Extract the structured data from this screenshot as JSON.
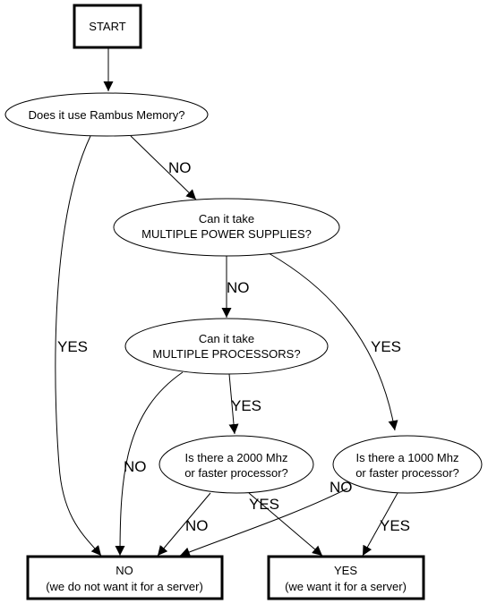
{
  "nodes": {
    "start": {
      "lines": [
        "START"
      ]
    },
    "rambus": {
      "lines": [
        "Does it use Rambus Memory?"
      ]
    },
    "power": {
      "lines": [
        "Can it take",
        "MULTIPLE POWER SUPPLIES?"
      ]
    },
    "processors": {
      "lines": [
        "Can it take",
        "MULTIPLE PROCESSORS?"
      ]
    },
    "mhz2000": {
      "lines": [
        "Is there a 2000 Mhz",
        "or faster processor?"
      ]
    },
    "mhz1000": {
      "lines": [
        "Is there a 1000 Mhz",
        "or faster processor?"
      ]
    },
    "result_no": {
      "lines": [
        "NO",
        "(we do not want it for a server)"
      ]
    },
    "result_yes": {
      "lines": [
        "YES",
        "(we want it for a server)"
      ]
    }
  },
  "edges": {
    "rambus_to_power": "NO",
    "rambus_to_no": "YES",
    "power_to_processors": "NO",
    "power_to_mhz1000": "YES",
    "processors_to_mhz2000": "YES",
    "processors_to_no": "NO",
    "mhz2000_to_no": "NO",
    "mhz2000_to_yes": "YES",
    "mhz1000_to_no": "NO",
    "mhz1000_to_yes": "YES"
  }
}
